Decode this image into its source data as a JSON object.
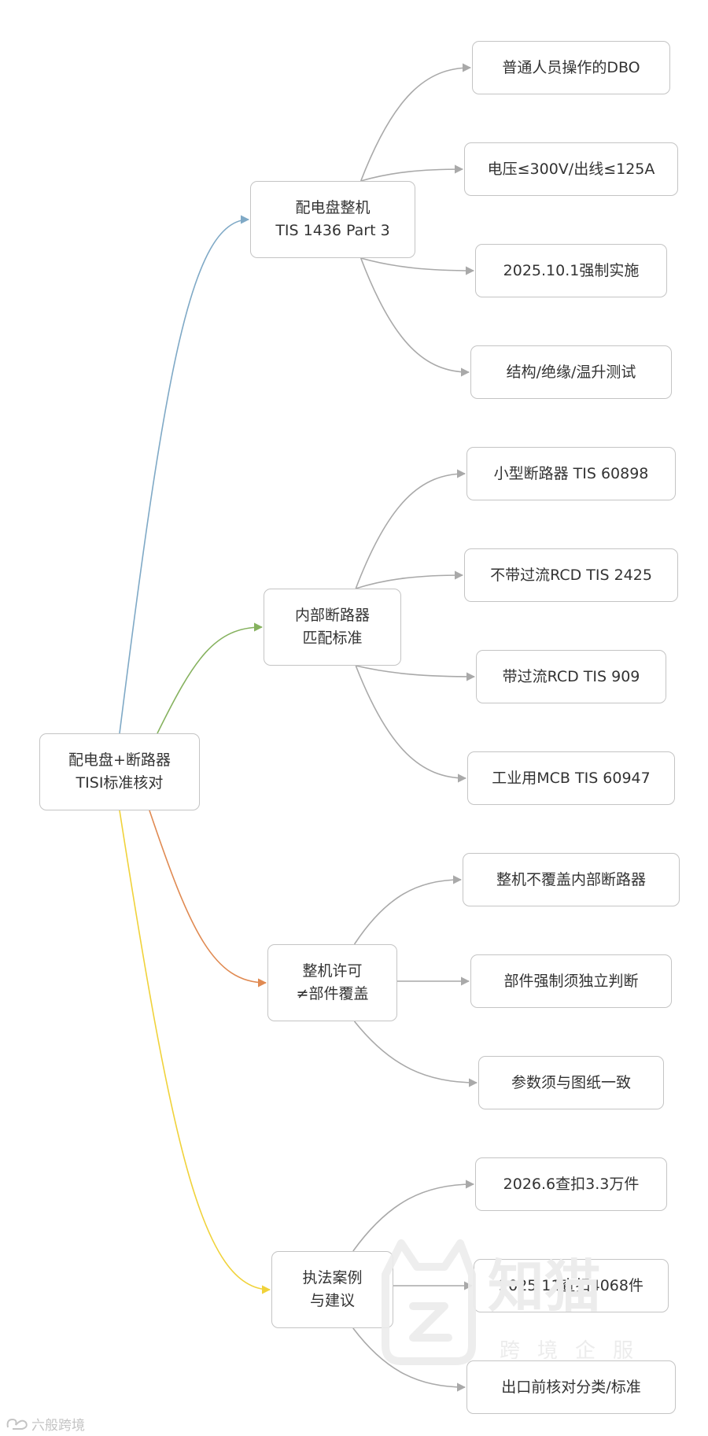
{
  "mindmap": {
    "root": {
      "id": "root",
      "label": "配电盘+断路器\nTISI标准核对"
    },
    "branches": [
      {
        "id": "b1",
        "label": "配电盘整机\nTIS 1436 Part 3",
        "color": "#7fa9c6",
        "children": [
          {
            "id": "b1c1",
            "label": "普通人员操作的DBO"
          },
          {
            "id": "b1c2",
            "label": "电压≤300V/出线≤125A"
          },
          {
            "id": "b1c3",
            "label": "2025.10.1强制实施"
          },
          {
            "id": "b1c4",
            "label": "结构/绝缘/温升测试"
          }
        ]
      },
      {
        "id": "b2",
        "label": "内部断路器\n匹配标准",
        "color": "#86b25f",
        "children": [
          {
            "id": "b2c1",
            "label": "小型断路器 TIS 60898"
          },
          {
            "id": "b2c2",
            "label": "不带过流RCD TIS 2425"
          },
          {
            "id": "b2c3",
            "label": "带过流RCD TIS 909"
          },
          {
            "id": "b2c4",
            "label": "工业用MCB TIS 60947"
          }
        ]
      },
      {
        "id": "b3",
        "label": "整机许可\n≠部件覆盖",
        "color": "#e08a52",
        "children": [
          {
            "id": "b3c1",
            "label": "整机不覆盖内部断路器"
          },
          {
            "id": "b3c2",
            "label": "部件强制须独立判断"
          },
          {
            "id": "b3c3",
            "label": "参数须与图纸一致"
          }
        ]
      },
      {
        "id": "b4",
        "label": "执法案例\n与建议",
        "color": "#f0d23a",
        "children": [
          {
            "id": "b4c1",
            "label": "2026.6查扣3.3万件"
          },
          {
            "id": "b4c2",
            "label": "2025.11查扣4068件"
          },
          {
            "id": "b4c3",
            "label": "出口前核对分类/标准"
          }
        ]
      }
    ],
    "child_edge_color": "#a9a9a9"
  },
  "watermark": {
    "brand": "知猫",
    "tagline": "跨境企服"
  },
  "footer": {
    "logo_text": "六般跨境"
  }
}
